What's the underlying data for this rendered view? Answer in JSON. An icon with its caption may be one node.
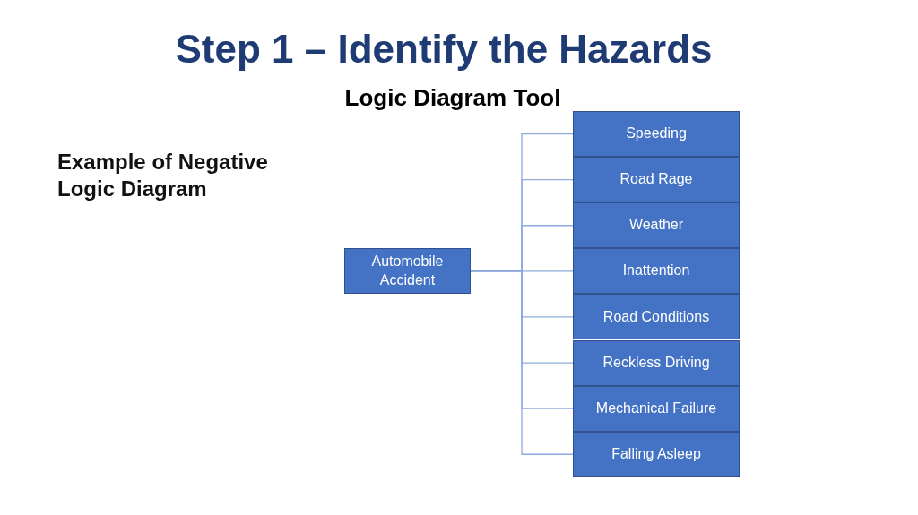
{
  "diagram": {
    "title": "Step 1 – Identify the Hazards",
    "caption": "Logic Diagram Tool",
    "nodes": [
      {
        "text": [
          "Automobile Accident"
        ]
      },
      {
        "text": [
          "Speeding"
        ]
      },
      {
        "text": [
          "Road Rage"
        ]
      },
      {
        "text": [
          "Weather"
        ]
      },
      {
        "text": [
          "Inattention"
        ]
      },
      {
        "text": [
          "Road Conditions"
        ]
      },
      {
        "text": [
          "Reckless Driving"
        ]
      },
      {
        "text": [
          "Mechanical Failure"
        ]
      },
      {
        "text": [
          "Falling Asleep"
        ]
      }
    ],
    "edges": [
      {
        "from": 0,
        "to": 1,
        "arrow": "none"
      },
      {
        "from": 0,
        "to": 2,
        "arrow": "none"
      },
      {
        "from": 0,
        "to": 3,
        "arrow": "none"
      },
      {
        "from": 0,
        "to": 4,
        "arrow": "none"
      },
      {
        "from": 0,
        "to": 5,
        "arrow": "none"
      },
      {
        "from": 0,
        "to": 6,
        "arrow": "none"
      },
      {
        "from": 0,
        "to": 7,
        "arrow": "none"
      },
      {
        "from": 0,
        "to": 8,
        "arrow": "none"
      }
    ],
    "labels": [
      "Example of Negative Logic Diagram"
    ]
  }
}
